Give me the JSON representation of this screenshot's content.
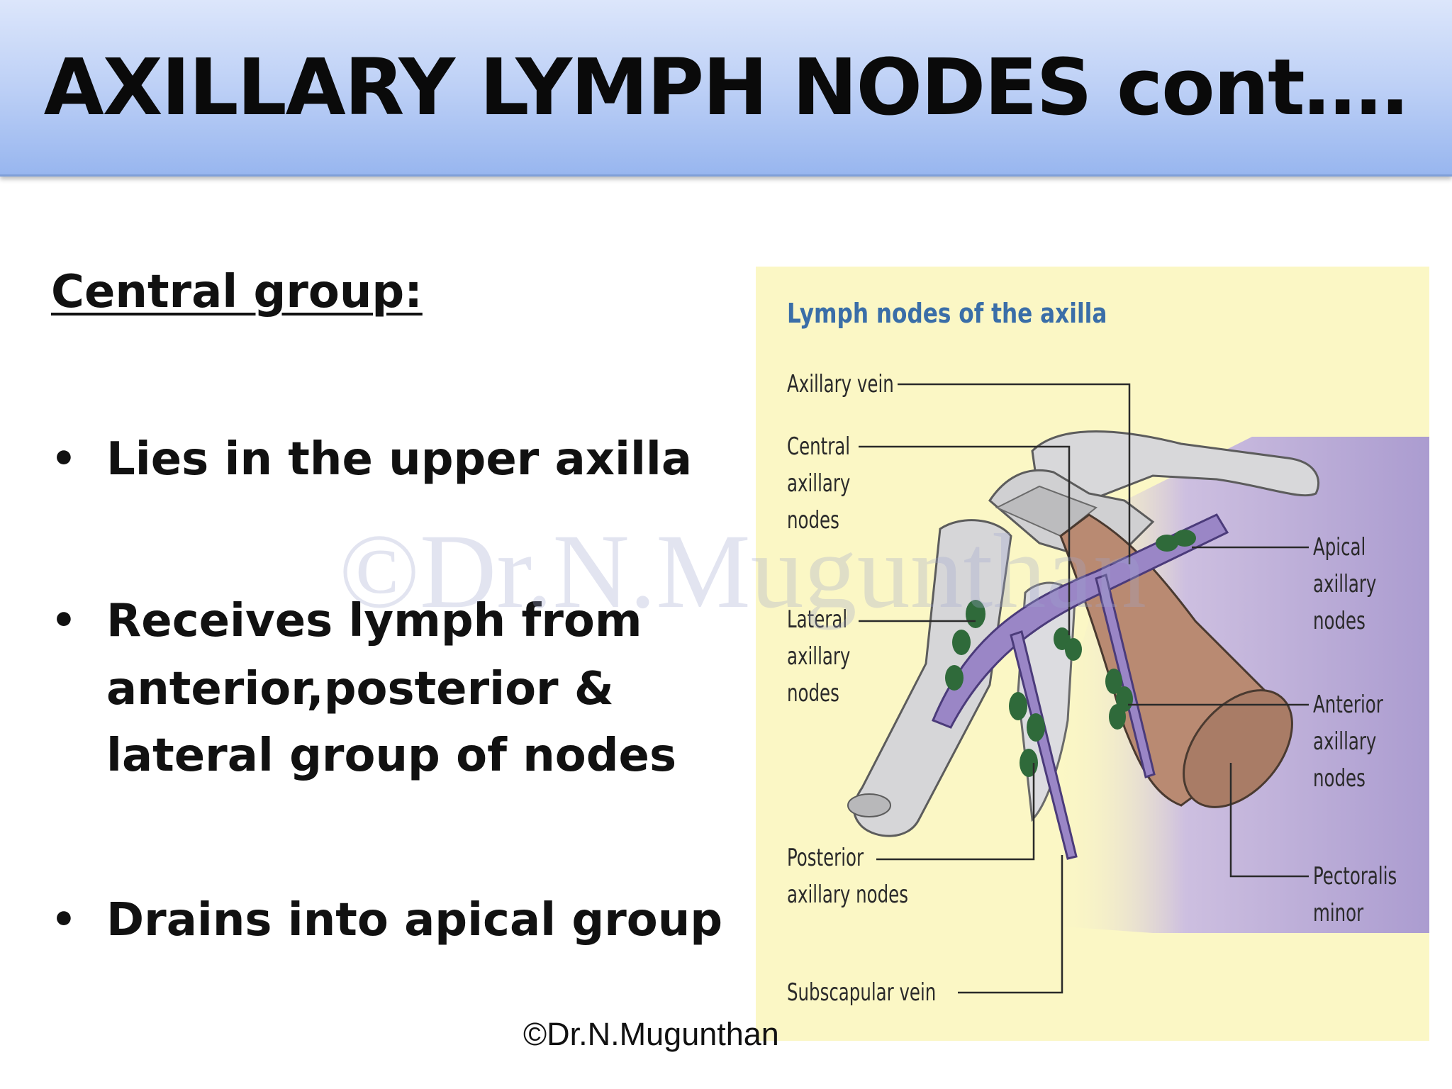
{
  "slide": {
    "title": "AXILLARY LYMPH NODES cont….",
    "heading": "Central group:",
    "bullet_symbol": "•",
    "bullets": [
      "Lies in the upper axilla",
      "Receives lymph from",
      "anterior,posterior &",
      "lateral group of nodes",
      "Drains into apical group"
    ],
    "watermark": "©Dr.N.Mugunthan",
    "credit": "©Dr.N.Mugunthan"
  },
  "diagram": {
    "title": "Lymph nodes of the axilla",
    "labels": {
      "axillary_vein": "Axillary vein",
      "central": "Central\naxillary\nnodes",
      "lateral": "Lateral\naxillary\nnodes",
      "posterior": "Posterior\naxillary nodes",
      "subscapular": "Subscapular vein",
      "apical": "Apical\naxillary\nnodes",
      "anterior": "Anterior\naxillary\nnodes",
      "pectoralis": "Pectoralis\nminor"
    },
    "colors": {
      "background": "#fbf7c5",
      "bone": "#d4d4d6",
      "vein": "#9a86c6",
      "node": "#2f6a3a",
      "muscle": "#b98a72",
      "title": "#3a6ea8"
    }
  }
}
